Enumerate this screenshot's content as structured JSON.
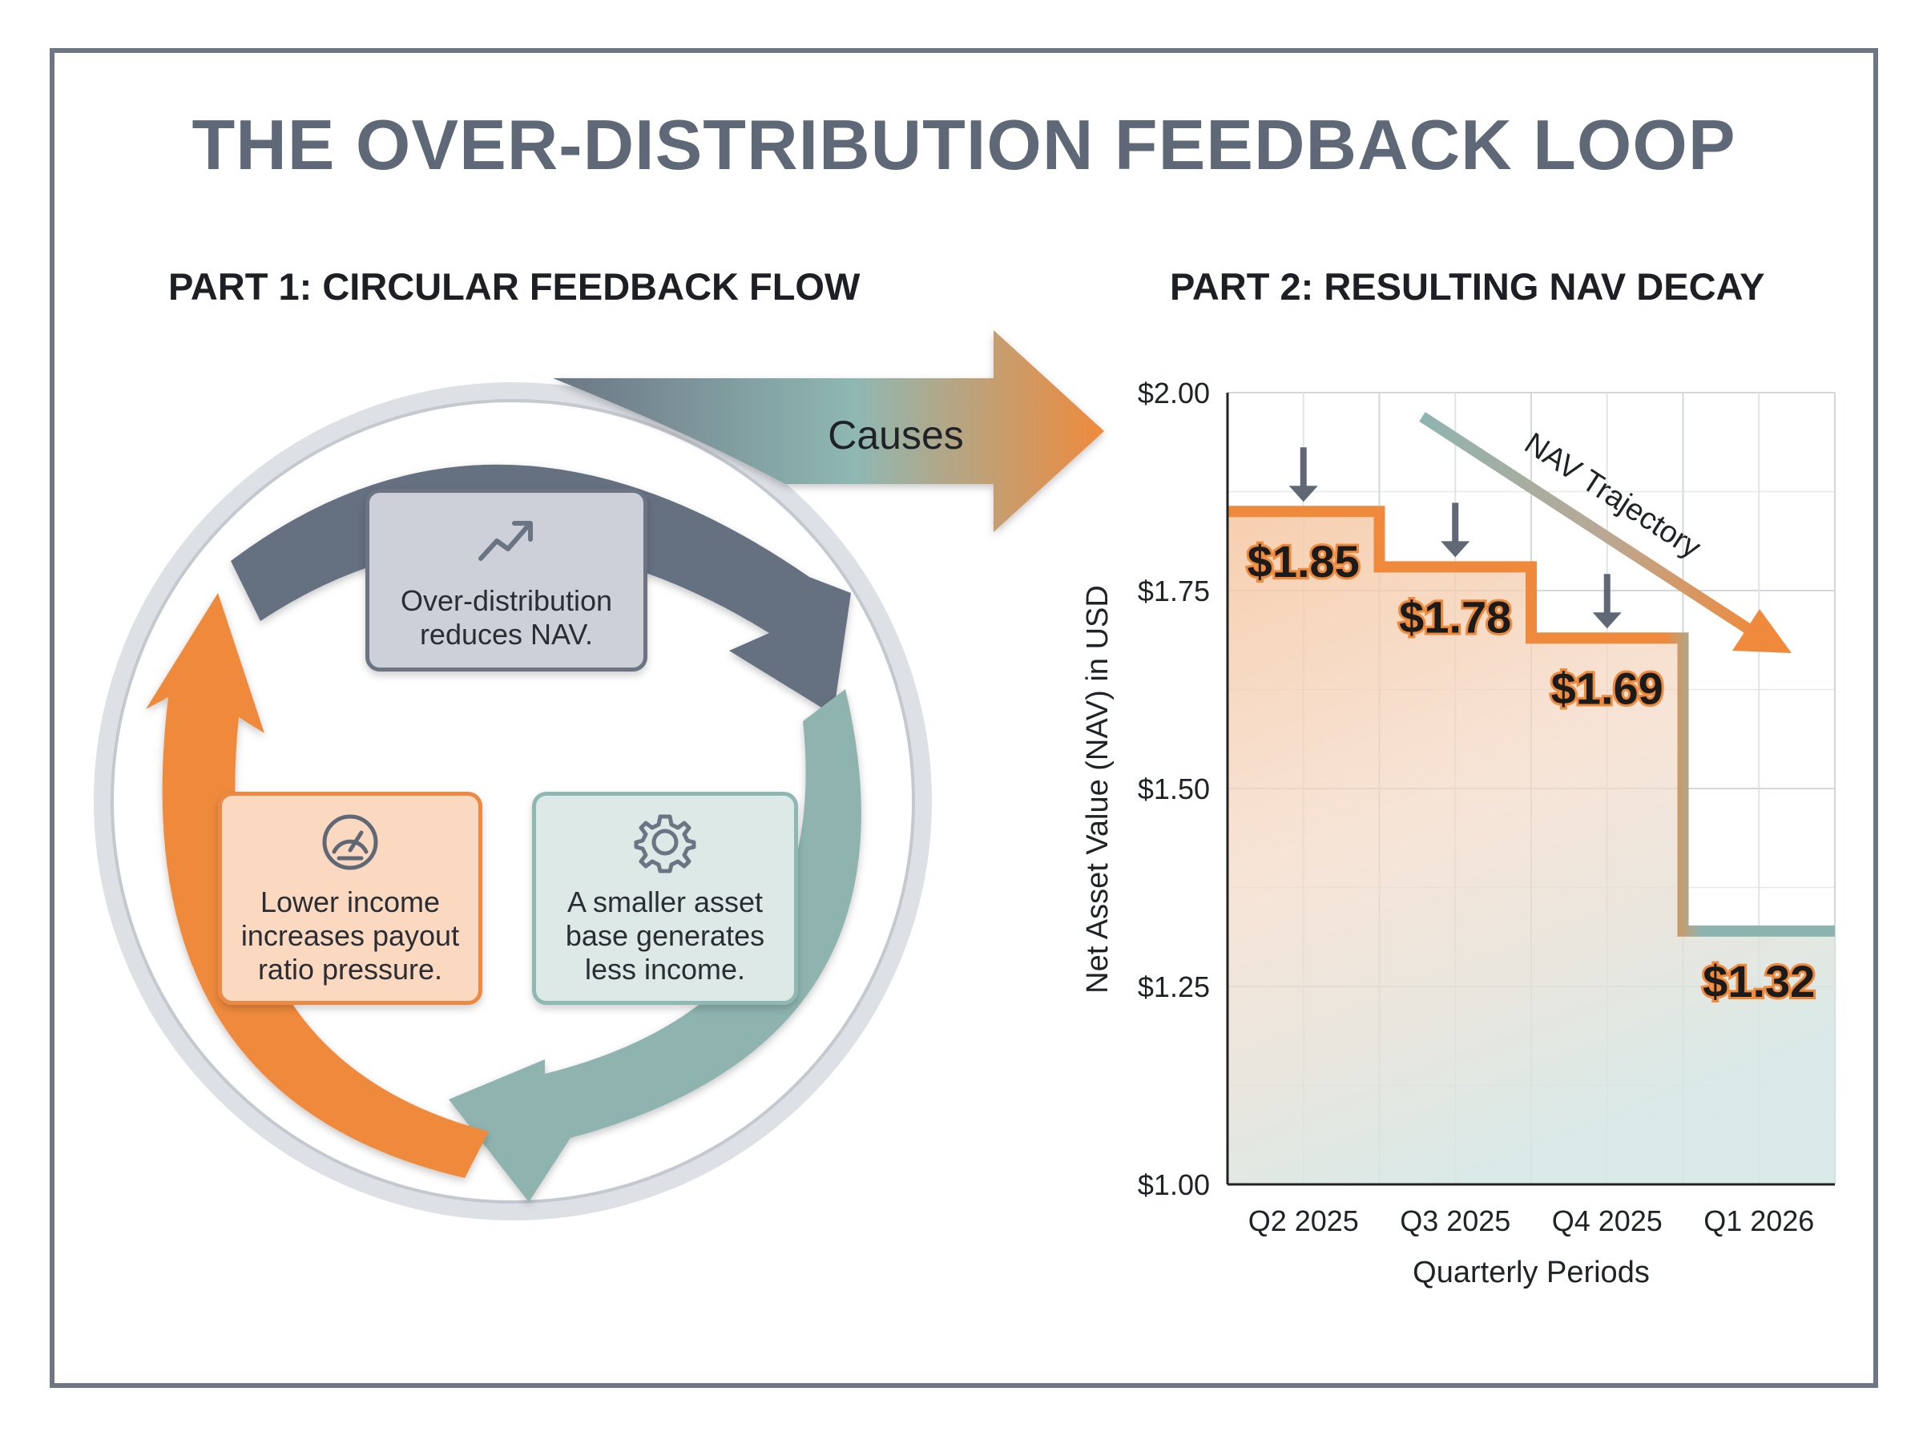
{
  "title": "THE OVER-DISTRIBUTION FEEDBACK LOOP",
  "part1": {
    "title": "PART 1: CIRCULAR FEEDBACK FLOW",
    "causes_label": "Causes",
    "nodes": [
      {
        "id": "top",
        "lines": [
          "Over-distribution",
          "reduces NAV."
        ],
        "icon": "trend-up-icon"
      },
      {
        "id": "right",
        "lines": [
          "A smaller asset",
          "base generates",
          "less income."
        ],
        "icon": "gear-icon"
      },
      {
        "id": "left",
        "lines": [
          "Lower income",
          "increases payout",
          "ratio pressure."
        ],
        "icon": "gauge-icon"
      }
    ]
  },
  "part2": {
    "title": "PART 2: RESULTING NAV DECAY",
    "trajectory_label": "NAV Trajectory"
  },
  "chart_data": {
    "type": "step-area",
    "xlabel": "Quarterly Periods",
    "ylabel": "Net Asset Value (NAV) in USD",
    "categories": [
      "Q2 2025",
      "Q3 2025",
      "Q4 2025",
      "Q1 2026"
    ],
    "values": [
      1.85,
      1.78,
      1.69,
      1.32
    ],
    "labels": [
      "$1.85",
      "$1.78",
      "$1.69",
      "$1.32"
    ],
    "ylim": [
      1.0,
      2.0
    ],
    "yticks": [
      {
        "value": 2.0,
        "label": "$2.00"
      },
      {
        "value": 1.75,
        "label": "$1.75"
      },
      {
        "value": 1.5,
        "label": "$1.50"
      },
      {
        "value": 1.25,
        "label": "$1.25"
      },
      {
        "value": 1.0,
        "label": "$1.00"
      }
    ],
    "grid": true,
    "colors": {
      "line": "#ef8a3c",
      "line_end": "#8fb4b0",
      "fill_top": "#f7c9a3",
      "fill_bottom": "#d8e8e6"
    }
  },
  "colors": {
    "slate": "#657080",
    "orange": "#ef8a3c",
    "teal": "#8fb8b3",
    "title": "#5e6876"
  }
}
